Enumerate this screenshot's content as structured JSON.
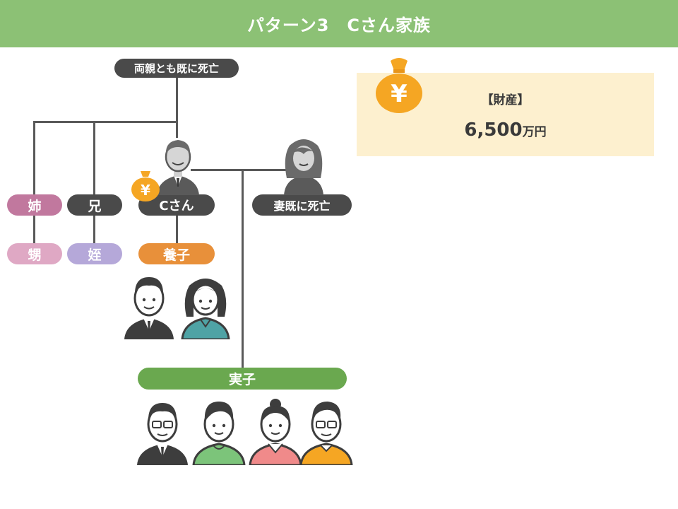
{
  "header": {
    "title": "パターン3　Cさん家族"
  },
  "nodes": {
    "parents": "両親とも既に死亡",
    "sister": "姉",
    "brother": "兄",
    "c_person": "Cさん",
    "wife": "妻既に死亡",
    "nephew": "甥",
    "niece": "姪",
    "adopted": "養子",
    "biological": "実子"
  },
  "assets": {
    "label": "【財産】",
    "amount": "6,500",
    "unit": "万円"
  },
  "icons": {
    "money_bag": "money-bag-icon",
    "yen_symbol": "¥"
  },
  "colors": {
    "header": "#8cc175",
    "dark_node": "#4a4a4a",
    "sister": "#c1789e",
    "nephew": "#dfa8c4",
    "niece": "#b5a8d9",
    "adopted": "#e8903a",
    "biological": "#6aa84f",
    "assets_bg": "#fdf0cf",
    "money_bag": "#f5a623"
  }
}
